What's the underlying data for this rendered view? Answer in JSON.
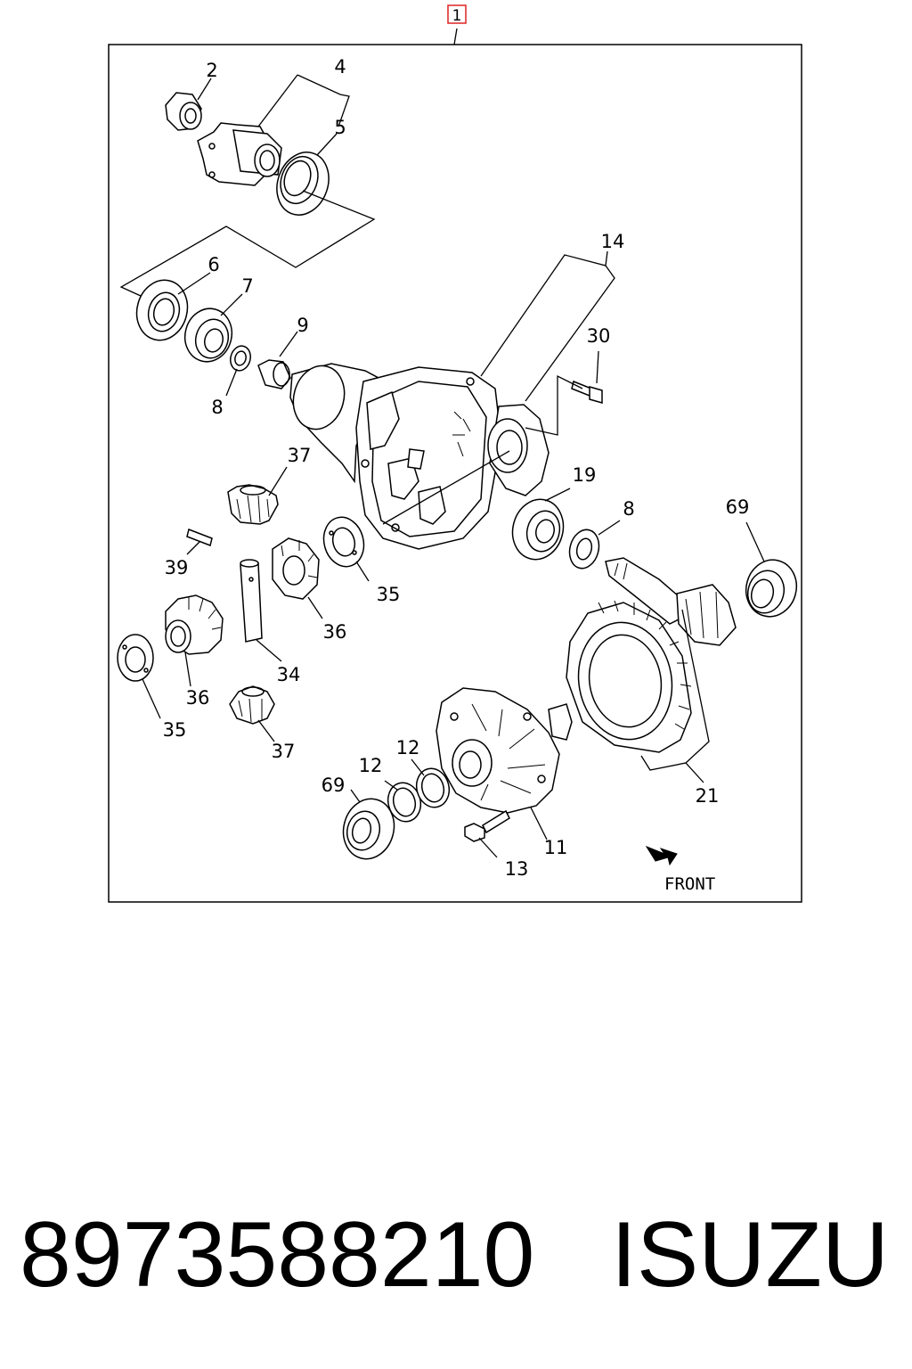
{
  "diagram": {
    "assembly_callout": "1",
    "front_label": "FRONT",
    "callouts": [
      {
        "id": "c2",
        "text": "2"
      },
      {
        "id": "c4",
        "text": "4"
      },
      {
        "id": "c5",
        "text": "5"
      },
      {
        "id": "c6",
        "text": "6"
      },
      {
        "id": "c7",
        "text": "7"
      },
      {
        "id": "c9",
        "text": "9"
      },
      {
        "id": "c8a",
        "text": "8"
      },
      {
        "id": "c14",
        "text": "14"
      },
      {
        "id": "c30",
        "text": "30"
      },
      {
        "id": "c37a",
        "text": "37"
      },
      {
        "id": "c19",
        "text": "19"
      },
      {
        "id": "c8b",
        "text": "8"
      },
      {
        "id": "c69a",
        "text": "69"
      },
      {
        "id": "c39",
        "text": "39"
      },
      {
        "id": "c35a",
        "text": "35"
      },
      {
        "id": "c36a",
        "text": "36"
      },
      {
        "id": "c34",
        "text": "34"
      },
      {
        "id": "c36b",
        "text": "36"
      },
      {
        "id": "c35b",
        "text": "35"
      },
      {
        "id": "c37b",
        "text": "37"
      },
      {
        "id": "c12a",
        "text": "12"
      },
      {
        "id": "c12b",
        "text": "12"
      },
      {
        "id": "c69b",
        "text": "69"
      },
      {
        "id": "c11",
        "text": "11"
      },
      {
        "id": "c13",
        "text": "13"
      },
      {
        "id": "c21",
        "text": "21"
      }
    ]
  },
  "caption": {
    "part_number": "8973588210",
    "brand": "ISUZU"
  },
  "colors": {
    "line": "#000000",
    "assembly_callout_border": "#e03030",
    "background": "#ffffff"
  }
}
